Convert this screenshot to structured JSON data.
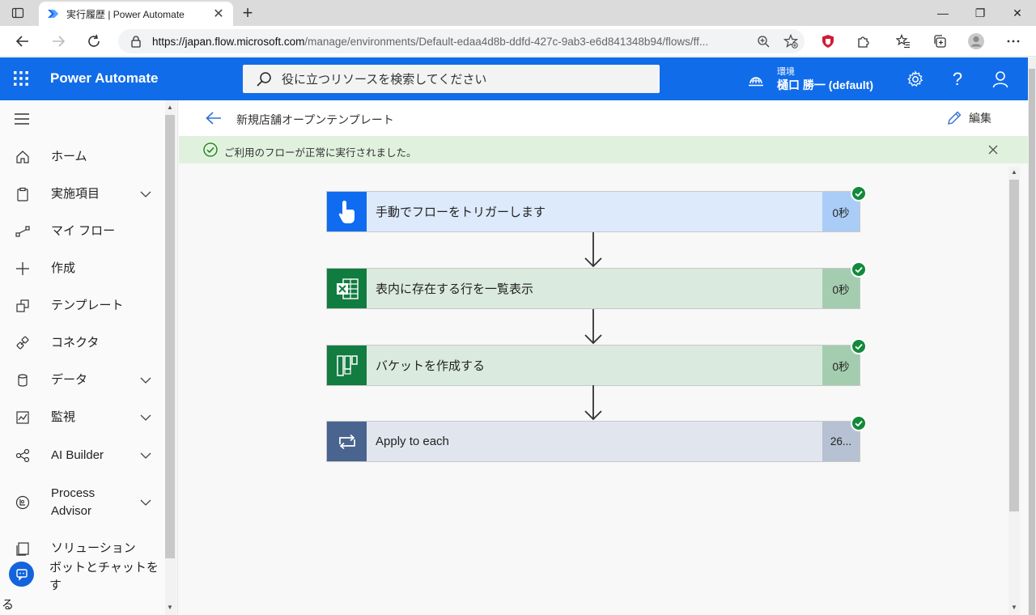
{
  "browser": {
    "tab_title": "実行履歴 | Power Automate",
    "url_host": "https://japan.flow.microsoft.com",
    "url_path": "/manage/environments/Default-edaa4d8b-ddfd-427c-9ab3-e6d841348b94/flows/ff..."
  },
  "header": {
    "brand": "Power Automate",
    "search_placeholder": "役に立つリソースを検索してください",
    "env_label": "環境",
    "env_name": "樋口 勝一 (default)",
    "accent_color": "#116ce9"
  },
  "sidebar": {
    "items": [
      {
        "label": "ホーム",
        "icon": "home-icon"
      },
      {
        "label": "実施項目",
        "icon": "clipboard-icon"
      },
      {
        "label": "マイ フロー",
        "icon": "flow-icon"
      },
      {
        "label": "作成",
        "icon": "plus-icon"
      },
      {
        "label": "テンプレート",
        "icon": "template-icon"
      },
      {
        "label": "コネクタ",
        "icon": "connector-icon"
      },
      {
        "label": "データ",
        "icon": "database-icon"
      },
      {
        "label": "監視",
        "icon": "monitor-icon"
      },
      {
        "label": "AI Builder",
        "icon": "ai-builder-icon"
      },
      {
        "label": "Process",
        "label2": "Advisor",
        "icon": "process-advisor-icon"
      },
      {
        "label": "ソリューション",
        "icon": "solution-icon"
      },
      {
        "label": "ボットとチャットをす",
        "icon": "bot-icon"
      }
    ],
    "overflow_char": "る"
  },
  "content": {
    "flow_name": "新規店舗オープンテンプレート",
    "edit_label": "編集",
    "banner_message": "ご利用のフローが正常に実行されました。",
    "steps": [
      {
        "label": "手動でフローをトリガーします",
        "duration": "0秒",
        "icon": "touch-trigger-icon",
        "icon_color": "#0f6cf0",
        "body_color": "#dceafb",
        "dur_color": "#a9cdf6"
      },
      {
        "label": "表内に存在する行を一覧表示",
        "duration": "0秒",
        "icon": "excel-icon",
        "icon_color": "#117c40",
        "body_color": "#dbeadf",
        "dur_color": "#a4cdb0"
      },
      {
        "label": "バケットを作成する",
        "duration": "0秒",
        "icon": "planner-icon",
        "icon_color": "#127c41",
        "body_color": "#dbeadf",
        "dur_color": "#a4cdb0"
      },
      {
        "label": "Apply to each",
        "duration": "26...",
        "icon": "loop-icon",
        "icon_color": "#48648f",
        "body_color": "#e1e6ee",
        "dur_color": "#b6c1d3"
      }
    ]
  }
}
